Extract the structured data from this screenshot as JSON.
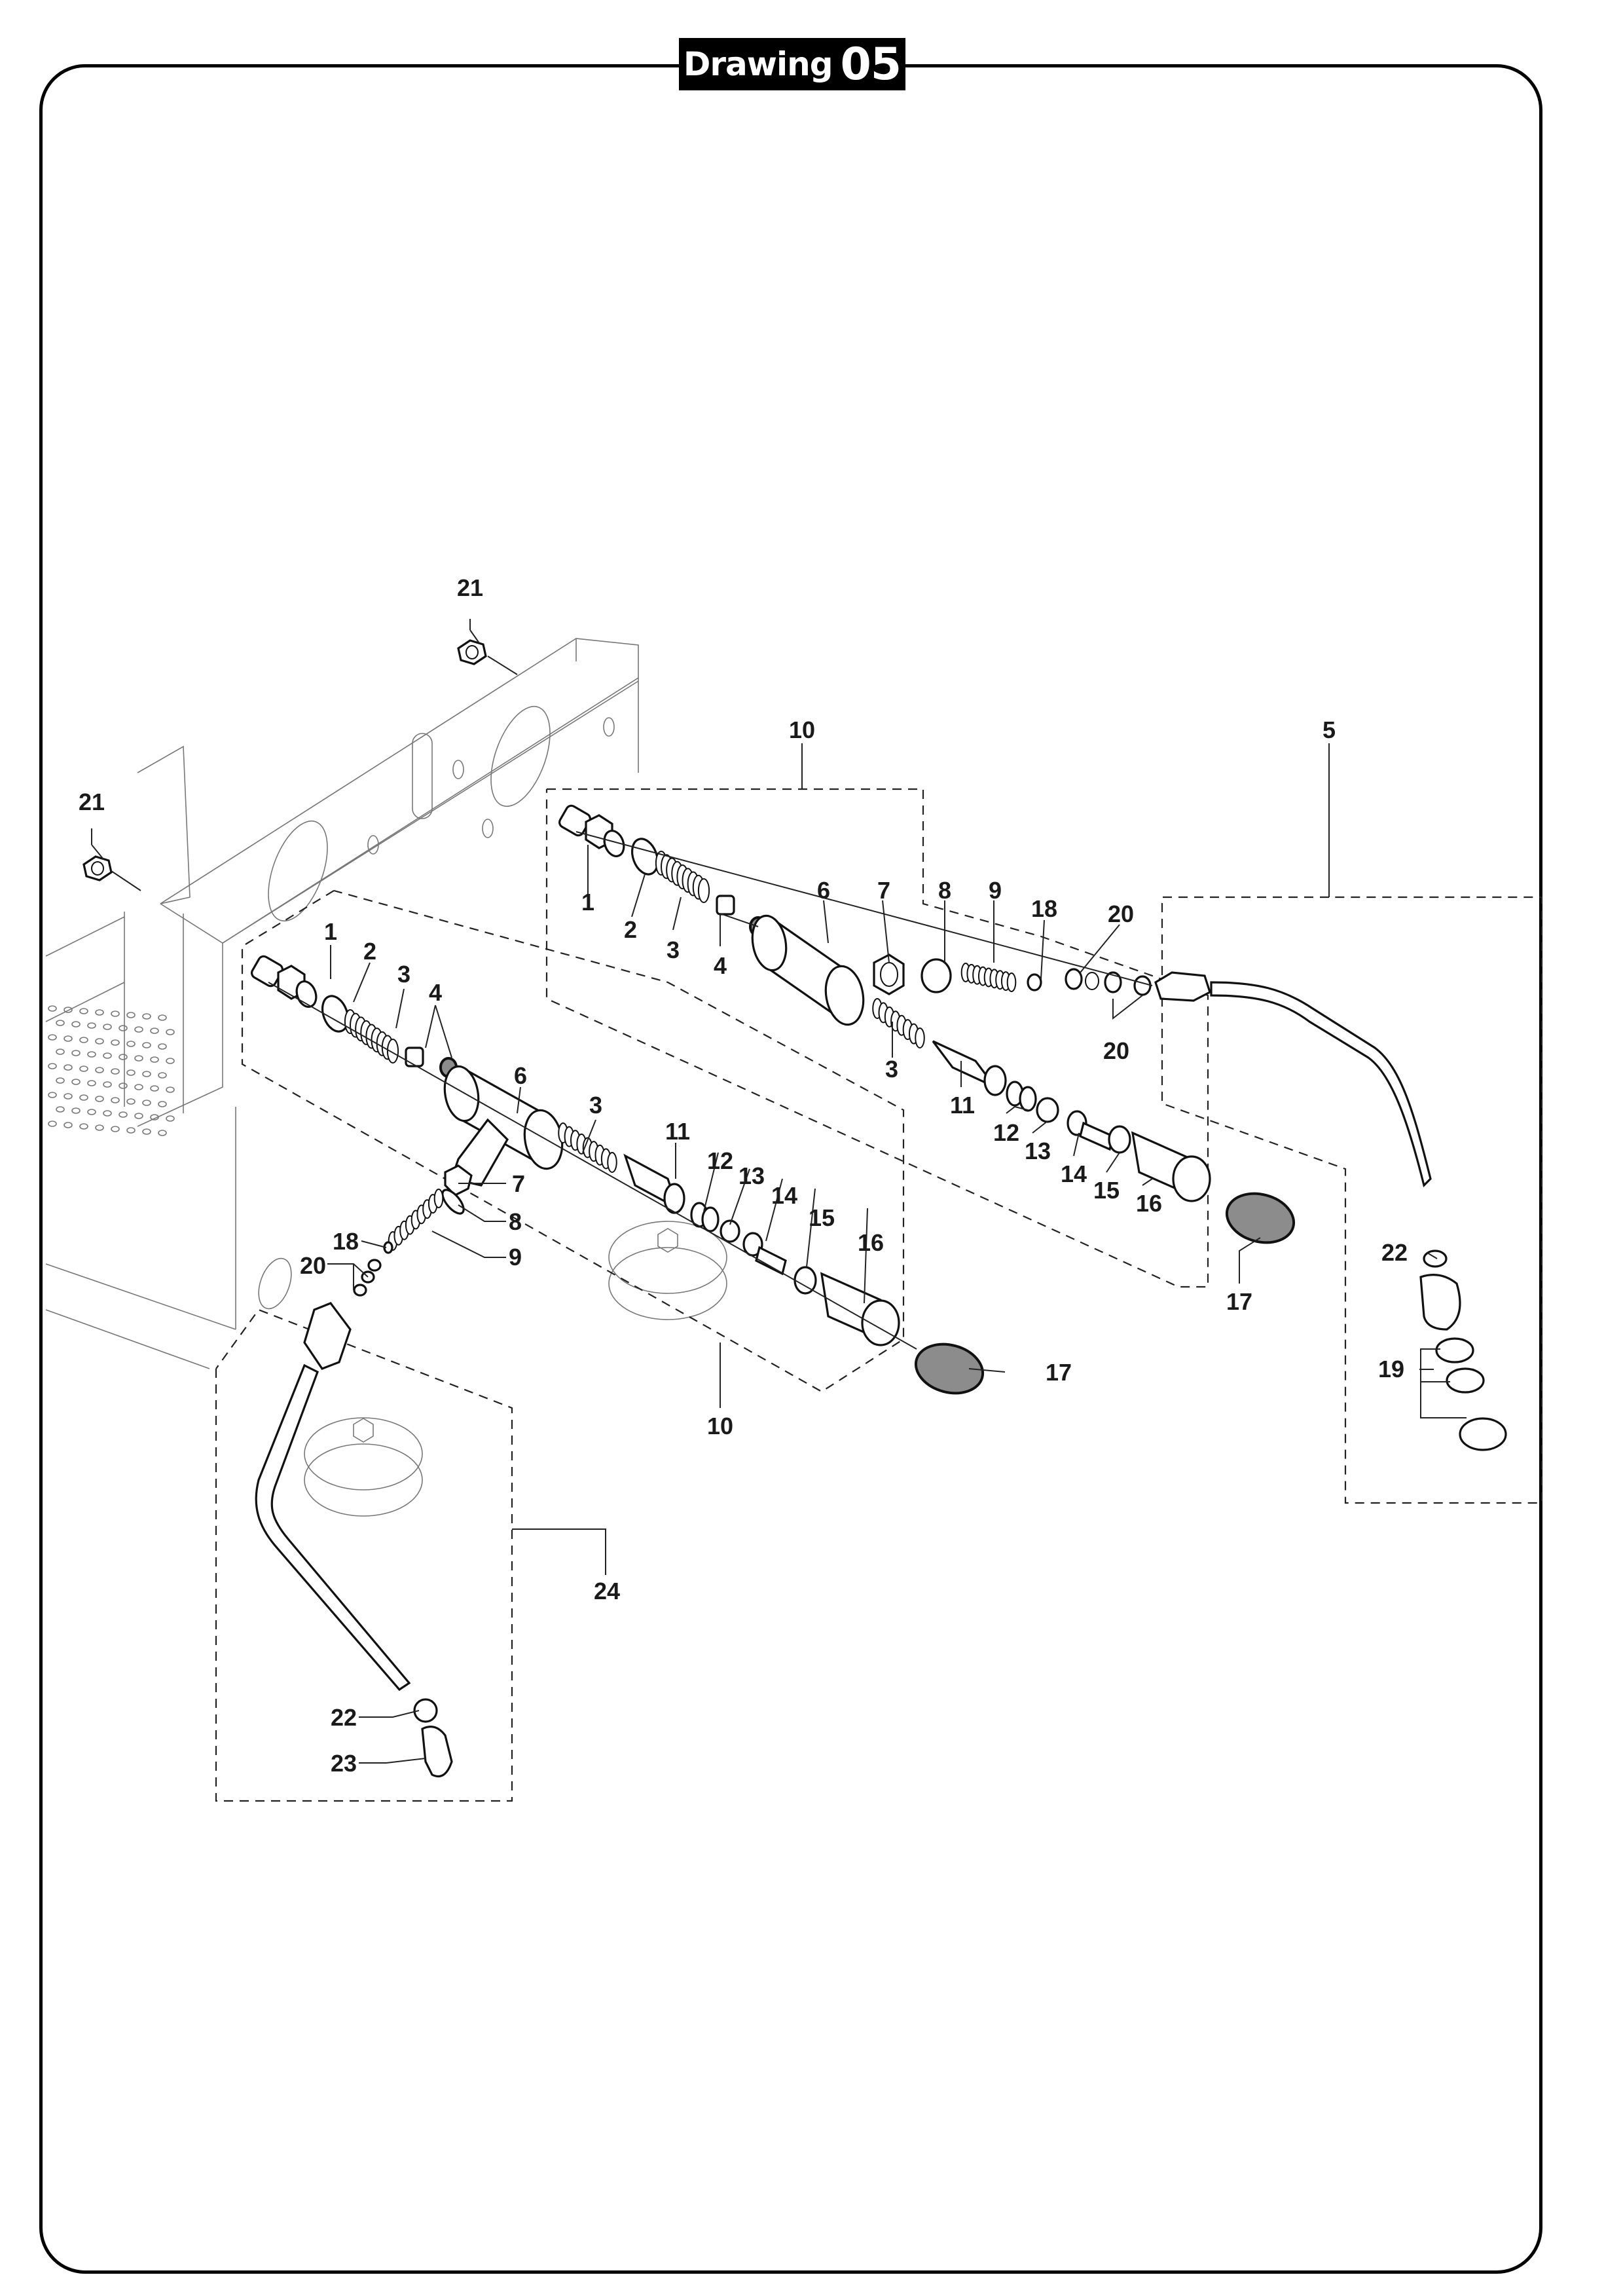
{
  "header": {
    "title_word": "Drawing",
    "title_number": "05"
  },
  "callouts": {
    "top_nut": "21",
    "left_nut": "21",
    "upper_group": "10",
    "lower_group": "10",
    "wand_right_group": "5",
    "wand_left_group": "24",
    "upper": {
      "p1": "1",
      "p2": "2",
      "p3a": "3",
      "p3b": "3",
      "p4": "4",
      "p6": "6",
      "p7": "7",
      "p8": "8",
      "p9": "9",
      "p18": "18",
      "p20a": "20",
      "p20b": "20",
      "p11": "11",
      "p12": "12",
      "p13": "13",
      "p14": "14",
      "p15": "15",
      "p16": "16",
      "p17": "17"
    },
    "lower": {
      "p1": "1",
      "p2": "2",
      "p3a": "3",
      "p3b": "3",
      "p4": "4",
      "p6": "6",
      "p7": "7",
      "p8": "8",
      "p9": "9",
      "p18": "18",
      "p20": "20",
      "p11": "11",
      "p12": "12",
      "p13": "13",
      "p14": "14",
      "p15": "15",
      "p16": "16",
      "p17": "17"
    },
    "right_wand": {
      "p22": "22",
      "p19": "19"
    },
    "left_wand": {
      "p22": "22",
      "p23": "23"
    }
  }
}
